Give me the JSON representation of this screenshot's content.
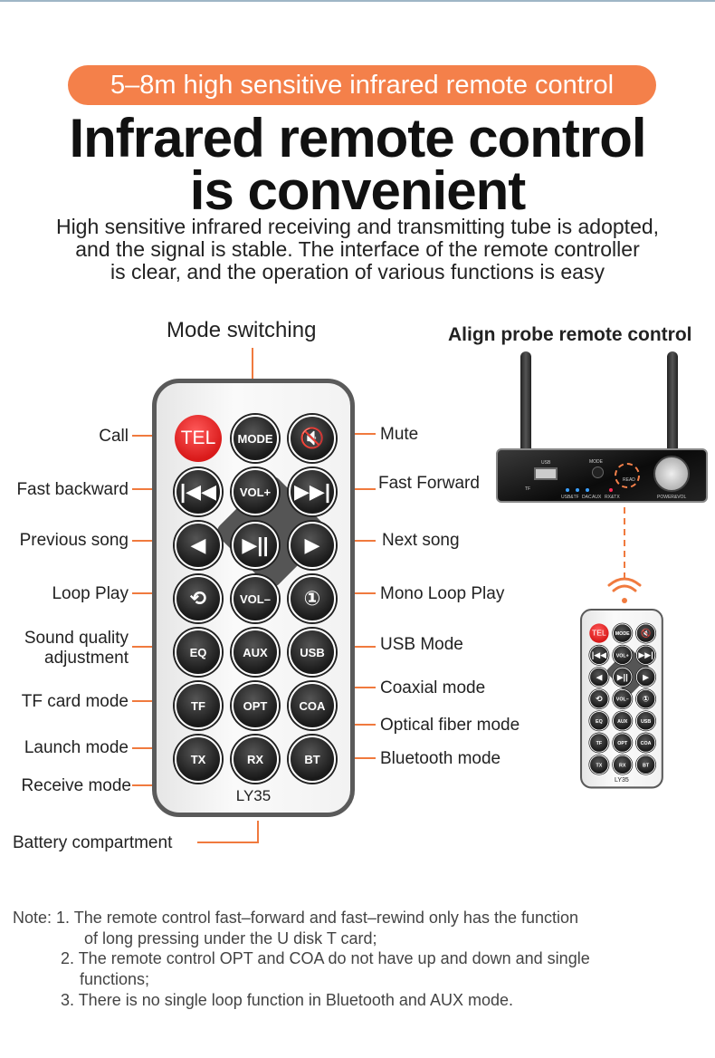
{
  "banner": "5–8m high sensitive infrared remote control",
  "title_line1": "Infrared remote control",
  "title_line2": "is convenient",
  "subtitle": [
    "High sensitive infrared receiving and transmitting tube is adopted,",
    "and the signal is stable. The interface of the remote controller",
    "is clear, and the operation of various functions is easy"
  ],
  "accent_color": "#f4804a",
  "callouts": {
    "mode_switching": "Mode switching",
    "call": "Call",
    "fast_backward": "Fast backward",
    "previous_song": "Previous song",
    "loop_play": "Loop Play",
    "sound_quality": [
      "Sound quality",
      "adjustment"
    ],
    "tf_card_mode": "TF card mode",
    "launch_mode": "Launch mode",
    "receive_mode": "Receive mode",
    "battery_compartment": "Battery compartment",
    "mute": "Mute",
    "fast_forward": "Fast Forward",
    "next_song": "Next song",
    "mono_loop_play": "Mono Loop Play",
    "usb_mode": "USB Mode",
    "coaxial_mode": "Coaxial mode",
    "optical_fiber_mode": "Optical fiber mode",
    "bluetooth_mode": "Bluetooth mode"
  },
  "align_title": "Align probe remote control",
  "remote": {
    "model": "LY35",
    "buttons": [
      {
        "label": "TEL",
        "name": "tel"
      },
      {
        "label": "MODE",
        "name": "mode"
      },
      {
        "label": "🔇",
        "name": "mute",
        "icon": "mute-icon"
      },
      {
        "label": "|◀◀",
        "name": "prev-track",
        "icon": "skip-back-icon"
      },
      {
        "label": "VOL+",
        "name": "vol-up"
      },
      {
        "label": "▶▶|",
        "name": "next-track",
        "icon": "skip-forward-icon"
      },
      {
        "label": "◀",
        "name": "previous",
        "icon": "triangle-left-icon"
      },
      {
        "label": "▶||",
        "name": "play-pause",
        "icon": "play-pause-icon"
      },
      {
        "label": "▶",
        "name": "next",
        "icon": "triangle-right-icon"
      },
      {
        "label": "⟲",
        "name": "loop",
        "icon": "loop-icon"
      },
      {
        "label": "VOL–",
        "name": "vol-down"
      },
      {
        "label": "①",
        "name": "loop-one",
        "icon": "loop-one-icon"
      },
      {
        "label": "EQ",
        "name": "eq"
      },
      {
        "label": "AUX",
        "name": "aux"
      },
      {
        "label": "USB",
        "name": "usb"
      },
      {
        "label": "TF",
        "name": "tf"
      },
      {
        "label": "OPT",
        "name": "opt"
      },
      {
        "label": "COA",
        "name": "coa"
      },
      {
        "label": "TX",
        "name": "tx"
      },
      {
        "label": "RX",
        "name": "rx"
      },
      {
        "label": "BT",
        "name": "bt"
      }
    ]
  },
  "device": {
    "usb": "USB",
    "tf": "TF",
    "mode": "MODE",
    "leds": [
      "USB&TF",
      "DAC",
      "AUX",
      "RX&TX"
    ],
    "read": "READ",
    "power": "POWER&VOL"
  },
  "notes": [
    "Note: 1. The remote control fast–forward and fast–rewind only has the function",
    "of long pressing under the U disk T card;",
    "2. The remote control OPT and COA do not have up and down and single",
    "functions;",
    "3. There is no single loop function in Bluetooth and AUX mode."
  ]
}
